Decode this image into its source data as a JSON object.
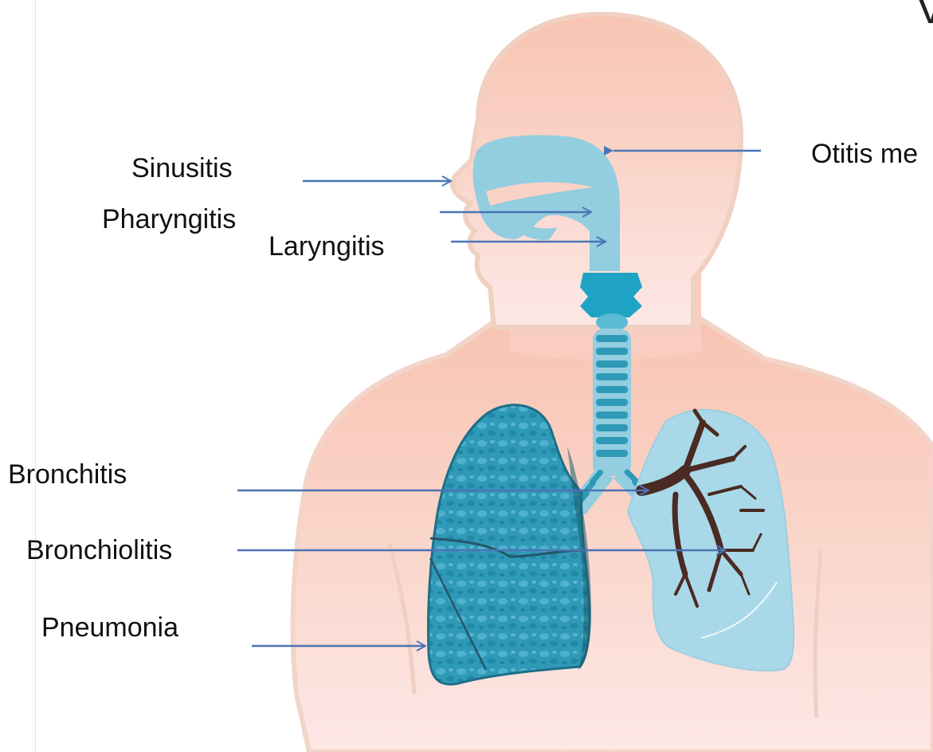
{
  "labels": {
    "title_fragment": "V",
    "sinusitis": "Sinusitis",
    "pharyngitis": "Pharyngitis",
    "laryngitis": "Laryngitis",
    "otitis": "Otitis me",
    "bronchitis": "Bronchitis",
    "bronchiolitis": "Bronchiolitis",
    "pneumonia": "Pneumonia"
  },
  "colors": {
    "body": "#f9c9bc",
    "airway": "#93cde0",
    "airway_dark": "#1fa3c4",
    "lung_right_textured": "#2f9ab7",
    "lung_left": "#a9d9e8",
    "bronchial_tree": "#4a2a22",
    "arrow": "#4a74b4"
  }
}
